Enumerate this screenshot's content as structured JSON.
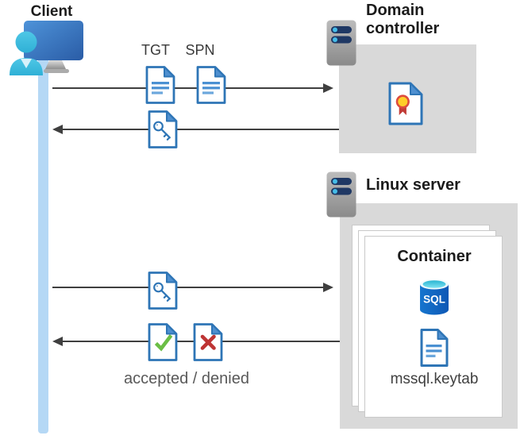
{
  "client": {
    "label": "Client"
  },
  "domain_controller": {
    "title": "Domain controller"
  },
  "linux_server": {
    "title": "Linux server"
  },
  "container": {
    "title": "Container",
    "sql_label": "SQL",
    "keytab_label": "mssql.keytab"
  },
  "messages": {
    "tgt_label": "TGT",
    "spn_label": "SPN",
    "result_label": "accepted / denied"
  },
  "colors": {
    "doc_border_blue": "#2e75b6",
    "doc_fold_blue": "#4e8fd0",
    "doc_line_blue": "#4a90d2",
    "arrow_gray": "#3f3f3f",
    "lifeline_blue": "#b5d8f5",
    "box_gray": "#d9d9d9",
    "accept_green": "#6abe45",
    "deny_red": "#be3434",
    "sql_body_blue": "#1266c4",
    "sql_top_teal": "#35c3dc",
    "cert_seal_yellow": "#ffce29",
    "cert_ribbon_red": "#c13b37",
    "monitor_blue": "#3a78c2",
    "person_cyan": "#3ebee0",
    "server_bar_navy": "#1f3864",
    "server_dot_blue": "#45bce8"
  }
}
